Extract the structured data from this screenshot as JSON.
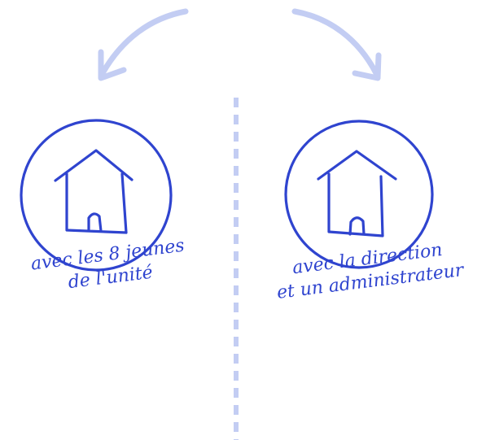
{
  "colors": {
    "ink": "#2f44cf",
    "arrow": "#c3cdf3",
    "divider": "#c3cdf3",
    "background": "#ffffff"
  },
  "icons": {
    "left_arrow": "curved-arrow-left-icon",
    "right_arrow": "curved-arrow-right-icon",
    "left_badge": "house-icon",
    "right_badge": "house-icon"
  },
  "left": {
    "caption_line1": "avec les 8 jeunes",
    "caption_line2": "de l'unité"
  },
  "right": {
    "caption_line1": "avec la direction",
    "caption_line2": "et un administrateur"
  }
}
